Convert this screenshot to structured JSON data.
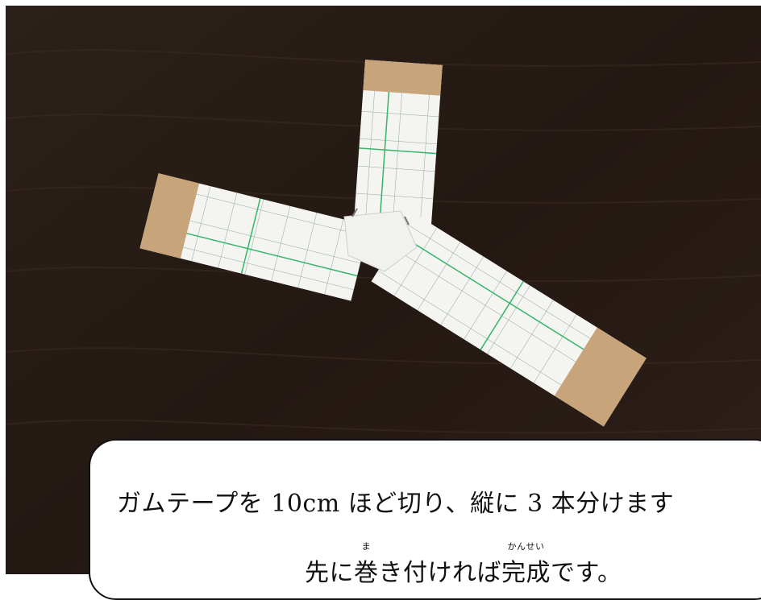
{
  "photo": {
    "subject": "three-armed paper boomerang with tan tape tips on a dark wooden table",
    "colors": {
      "table": "#2a1d18",
      "paper": "#f4f4f1",
      "grid": "#35b56a",
      "tape": "#c8a47a"
    }
  },
  "caption": {
    "line1": "ガムテープを 10cm ほど切り、縦に 3 本分けます",
    "line2_before": "先に",
    "line2_ruby1_base": "巻",
    "line2_ruby1_text": "ま",
    "line2_middle": "き付ければ",
    "line2_ruby2_base": "完成",
    "line2_ruby2_text": "かんせい",
    "line2_after": "です。"
  }
}
